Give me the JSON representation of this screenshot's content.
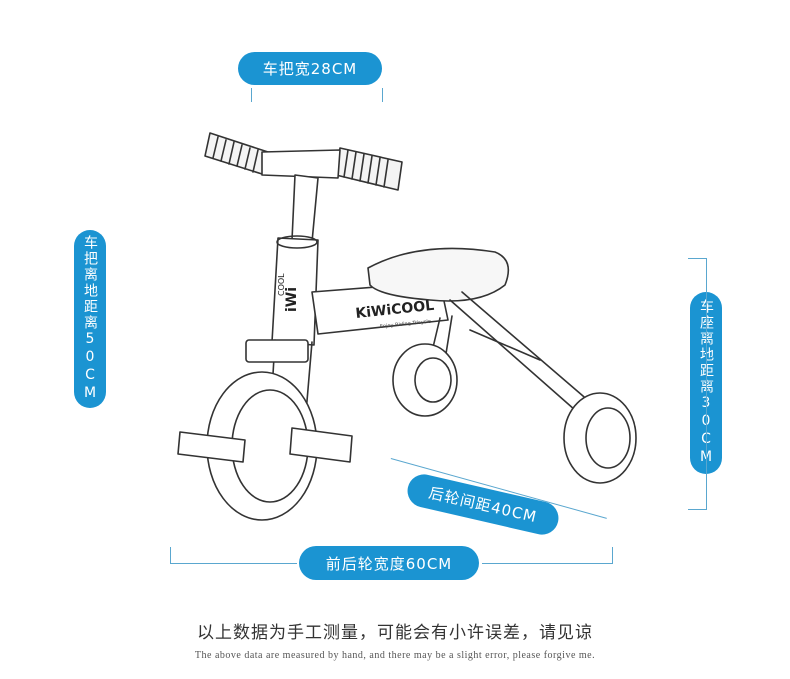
{
  "labels": {
    "handlebar_width": "车把宽28CM",
    "handlebar_height": "车把离地距离50CM",
    "seat_height": "车座离地距离30CM",
    "rear_track": "后轮间距40CM",
    "wheelbase": "前后轮宽度60CM"
  },
  "brand": {
    "frame_logo": "KiWiCOOL",
    "frame_tagline": "Enjoy Riding Tricycle",
    "stem_logo_top": "COOL",
    "stem_logo_bottom": "iWi"
  },
  "caption": {
    "chinese": "以上数据为手工测量，可能会有小许误差，请见谅",
    "english": "The above data are measured by hand, and there may be a slight error, please forgive me."
  },
  "colors": {
    "accent": "#1b94d2",
    "bracket": "#5aa7cf"
  }
}
